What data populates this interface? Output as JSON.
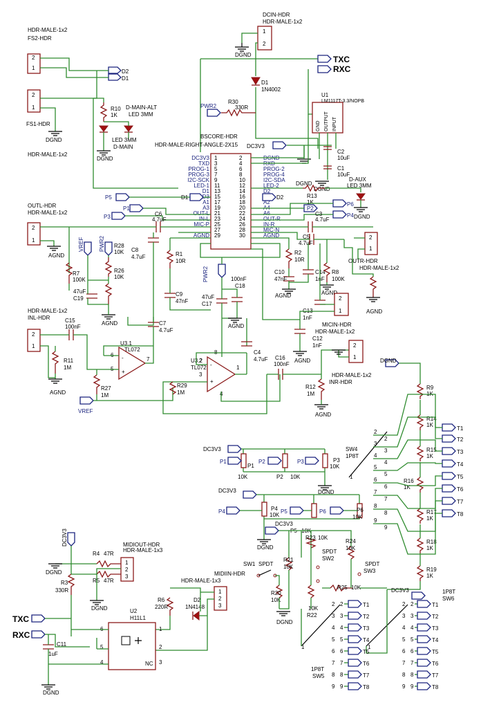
{
  "headers": {
    "dcin": [
      "DCIN-HDR",
      "HDR-MALE-1x2"
    ],
    "fs2": [
      "HDR-MALE-1x2",
      "FS2-HDR"
    ],
    "fs1": [
      "FS1-HDR",
      "HDR-MALE-1x2"
    ],
    "outl": [
      "OUTL-HDR",
      "HDR-MALE-1x2"
    ],
    "inl": [
      "HDR-MALE-1x2",
      "INL-HDR"
    ],
    "outr": [
      "OUTR-HDR",
      "HDR-MALE-1x2"
    ],
    "micin": [
      "MICIN-HDR",
      "HDR-MALE-1x2"
    ],
    "inr": [
      "HDR-MALE-1x2",
      "INR-HDR"
    ],
    "midiout": [
      "MIDIOUT-HDR",
      "HDR-MALE-1x3"
    ],
    "midiin": [
      "MIDIIN-HDR",
      "HDR-MALE-1x3"
    ]
  },
  "bscore": {
    "title": "BSCORE-HDR",
    "part": "HDR-MALE-RIGHT-ANGLE-2X15",
    "left_labels": [
      "DC3V3",
      "TXD",
      "PROG-1",
      "PROG-3",
      "I2C-SCK",
      "LED-1",
      "D1",
      "D3",
      "A1",
      "A3",
      "OUT-L",
      "IN-L",
      "MIC-P",
      "AGND"
    ],
    "right_labels": [
      "DGND",
      "RXD",
      "PROG-2",
      "PROG-4",
      "I2C-SDA",
      "LED-2",
      "D2",
      "D4",
      "A2",
      "A4",
      "A6",
      "OUT-R",
      "IN-R",
      "MIC-N",
      "AGND"
    ],
    "left_pins": [
      "1",
      "3",
      "5",
      "7",
      "9",
      "11",
      "13",
      "15",
      "17",
      "19",
      "21",
      "23",
      "25",
      "27",
      "29"
    ],
    "right_pins": [
      "2",
      "4",
      "6",
      "8",
      "10",
      "12",
      "14",
      "16",
      "18",
      "20",
      "22",
      "24",
      "26",
      "28",
      "30"
    ]
  },
  "u1": {
    "ref": "U1",
    "part": "LM1117T-3.3/NOPB",
    "pins": [
      "GND",
      "OUTPUT",
      "INPUT"
    ]
  },
  "u31": {
    "ref": "U3.1",
    "part": "TL072"
  },
  "u32": {
    "ref": "U3.2",
    "part": "TL072"
  },
  "u2": {
    "ref": "U2",
    "part": "H11L1",
    "nc": "NC"
  },
  "nets": {
    "dgnd": "DGND",
    "agnd": "AGND",
    "pwr2": "PWR2",
    "vref": "VREF",
    "dc3v3": "DC3V3",
    "txc": "TXC",
    "rxc": "RXC",
    "d1": "D1",
    "d2": "D2",
    "p1": "P1",
    "p2": "P2",
    "p3": "P3",
    "p4": "P4",
    "p5": "P5",
    "p6": "P6",
    "t1": "T1",
    "t2": "T2",
    "t3": "T3",
    "t4": "T4",
    "t5": "T5",
    "t6": "T6",
    "t7": "T7",
    "t8": "T8"
  },
  "components": {
    "d1": [
      "D1",
      "1N4002"
    ],
    "r30": [
      "R30",
      "330R"
    ],
    "r10": [
      "R10",
      "1K"
    ],
    "dmainalt": [
      "D-MAIN-ALT",
      "LED 3MM"
    ],
    "dmain": [
      "LED 3MM",
      "D-MAIN"
    ],
    "daux": [
      "D-AUX",
      "LED 3MM"
    ],
    "r13": [
      "R13",
      "1K"
    ],
    "c2": [
      "C2",
      "10uF"
    ],
    "c1": [
      "C1",
      "10uF"
    ],
    "c6": [
      "C6",
      "4.7uF"
    ],
    "c3": [
      "C3",
      "4.7uF"
    ],
    "c5": [
      "C5",
      "4.7uF"
    ],
    "c8": [
      "C8",
      "4.7uF"
    ],
    "r1": [
      "R1",
      "10R"
    ],
    "c9": [
      "C9",
      "47nF"
    ],
    "r2": [
      "R2",
      "10R"
    ],
    "c10": [
      "C10",
      "47nF"
    ],
    "c14": [
      "C14",
      "1nF"
    ],
    "r8": [
      "R8",
      "100K"
    ],
    "c13": [
      "C13",
      "1nF"
    ],
    "r7": [
      "R7",
      "100K"
    ],
    "r28": [
      "R28",
      "10K"
    ],
    "r26": [
      "R26",
      "10K"
    ],
    "c19": [
      "47uF",
      "C19"
    ],
    "c17": [
      "47uF",
      "C17"
    ],
    "c18": [
      "100nF",
      "C18"
    ],
    "c7": [
      "C7",
      "4.7uF"
    ],
    "c15": [
      "C15",
      "100nF"
    ],
    "r11": [
      "R11",
      "1M"
    ],
    "r27": [
      "R27",
      "1M"
    ],
    "r29": [
      "R29",
      "1M"
    ],
    "c4": [
      "C4",
      "4.7uF"
    ],
    "c16": [
      "C16",
      "100nF"
    ],
    "r12": [
      "R12",
      "1M"
    ],
    "c12": [
      "C12",
      "1nF"
    ],
    "r9": [
      "R9",
      "1K"
    ],
    "r14": [
      "R14",
      "1K"
    ],
    "r15": [
      "R15",
      "1K"
    ],
    "r16": [
      "R16",
      "1K"
    ],
    "r17": [
      "R17",
      "1K"
    ],
    "r18": [
      "R18",
      "1K"
    ],
    "r19": [
      "R19",
      "1K"
    ],
    "sw4": [
      "SW4",
      "1P8T"
    ],
    "sw6": [
      "1P8T",
      "SW6"
    ],
    "sw5": [
      "1P8T",
      "SW5"
    ],
    "pots": [
      "P1",
      "P2",
      "P3",
      "P4",
      "P5",
      "P6"
    ],
    "r21": [
      "R21",
      "10K"
    ],
    "r23": [
      "R23",
      "10K"
    ],
    "r24": [
      "R24",
      "10K"
    ],
    "r25": [
      "R25",
      "10K"
    ],
    "r20": [
      "R20",
      "10K"
    ],
    "r22": [
      "10K",
      "R22"
    ],
    "sw1": [
      "SW1",
      "SPDT"
    ],
    "sw2": [
      "SPDT",
      "SW2"
    ],
    "sw3": [
      "SPDT",
      "SW3"
    ],
    "r4": [
      "R4",
      "47R"
    ],
    "r5": [
      "R5",
      "47R"
    ],
    "r3": [
      "R3",
      "330R"
    ],
    "c11": [
      "C11",
      "1uF"
    ],
    "r6": [
      "R6",
      "220R"
    ],
    "d2": [
      "D2",
      "1N4148"
    ]
  },
  "pot_values": [
    "10K",
    "10K",
    "10K",
    "10K",
    "10K",
    "10K"
  ]
}
